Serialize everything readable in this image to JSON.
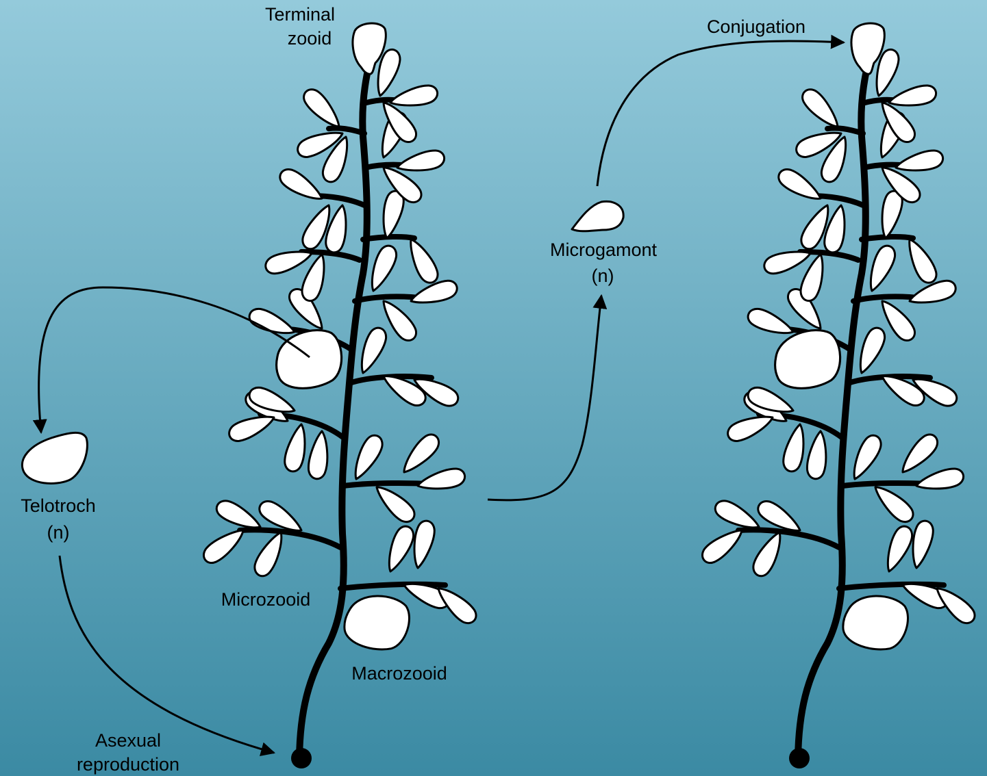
{
  "labels": {
    "terminal_zooid_line1": "Terminal",
    "terminal_zooid_line2": "zooid",
    "conjugation": "Conjugation",
    "microgamont_line1": "Microgamont",
    "microgamont_line2": "(n)",
    "telotroch_line1": "Telotroch",
    "telotroch_line2": "(n)",
    "microzooid": "Microzooid",
    "macrozooid": "Macrozooid",
    "asexual_line1": "Asexual",
    "asexual_line2": "reproduction"
  },
  "colors": {
    "background_top": "#94cadb",
    "background_bottom": "#3b8aa3",
    "zooid_fill": "#ffffff",
    "outline": "#000000"
  }
}
